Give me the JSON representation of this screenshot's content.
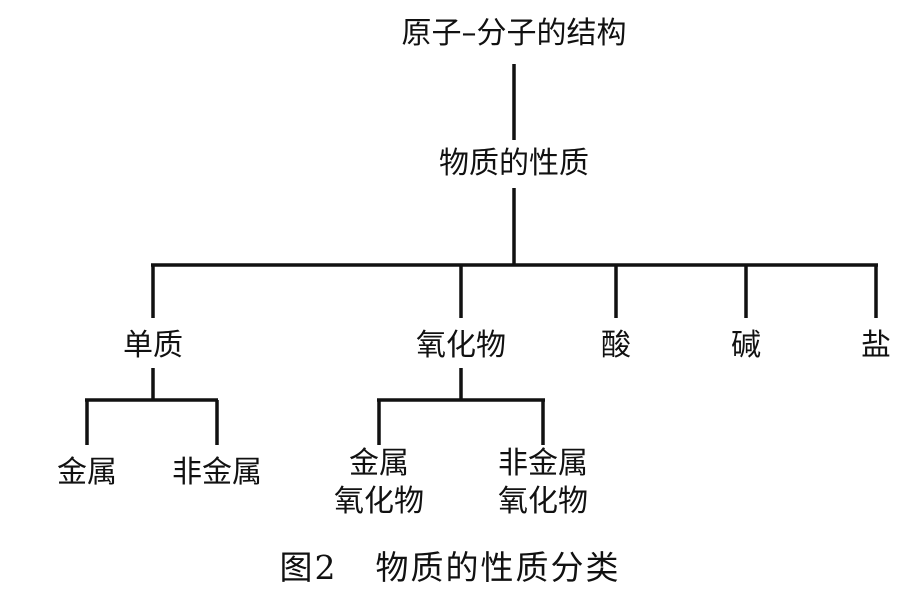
{
  "root": "原子–分子的结构",
  "level1": "物质的性质",
  "categories": {
    "elementary": "单质",
    "oxide": "氧化物",
    "acid": "酸",
    "base": "碱",
    "salt": "盐"
  },
  "elementary_children": {
    "metal": "金属",
    "nonmetal": "非金属"
  },
  "oxide_children": {
    "metal_oxide_line1": "金属",
    "metal_oxide_line2": "氧化物",
    "nonmetal_oxide_line1": "非金属",
    "nonmetal_oxide_line2": "氧化物"
  },
  "caption": {
    "number": "图2",
    "title": "物质的性质分类"
  }
}
